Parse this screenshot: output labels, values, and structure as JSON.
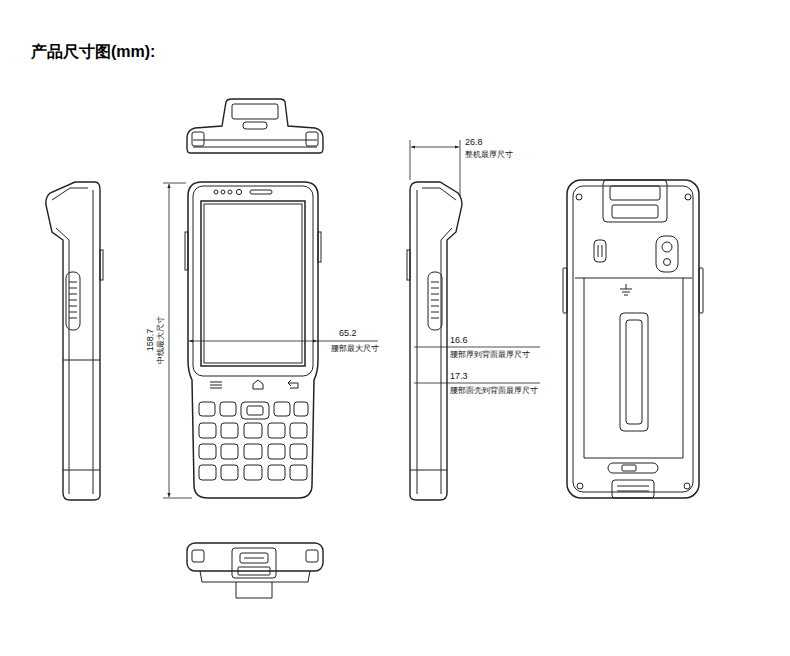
{
  "diagram": {
    "title": "产品尺寸图(mm):",
    "labels": [
      "158.7",
      "中线最大尺寸",
      "65.2",
      "腰部最大尺寸",
      "26.8",
      "整机最厚尺寸",
      "16.6",
      "腰部厚到背面最厚尺寸",
      "17.3",
      "腰部面壳到背面最厚尺寸"
    ]
  }
}
